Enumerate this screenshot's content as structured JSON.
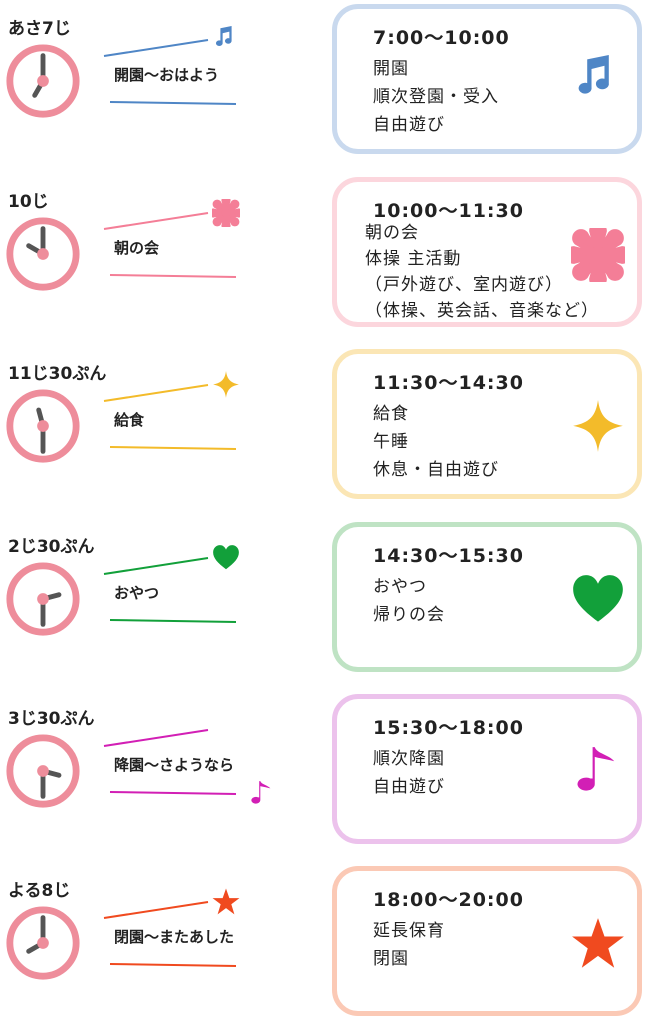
{
  "schedule": [
    {
      "time_label": "あさ7じ",
      "clock": {
        "hour": 7,
        "minute": 0
      },
      "caption": "開園〜おはよう",
      "card_time": "7:00〜10:00",
      "items": [
        "開園",
        "順次登園・受入",
        "自由遊び"
      ],
      "color": "#c9d9ee",
      "accent": "#4f86c6",
      "icon": "music-note-icon"
    },
    {
      "time_label": "10じ",
      "clock": {
        "hour": 10,
        "minute": 0
      },
      "caption": "朝の会",
      "card_time": "10:00〜11:30",
      "items": [
        "朝の会",
        "体操 主活動",
        "（戸外遊び、室内遊び）",
        "（体操、英会話、音楽など）"
      ],
      "color": "#fcd6dd",
      "accent": "#f47e97",
      "icon": "flower-icon"
    },
    {
      "time_label": "11じ30ぷん",
      "clock": {
        "hour": 11,
        "minute": 30
      },
      "caption": "給食",
      "card_time": "11:30〜14:30",
      "items": [
        "給食",
        "午睡",
        "休息・自由遊び"
      ],
      "color": "#fbe6b5",
      "accent": "#f3bb2a",
      "icon": "sparkle-icon"
    },
    {
      "time_label": "2じ30ぷん",
      "clock": {
        "hour": 2,
        "minute": 30
      },
      "caption": "おやつ",
      "card_time": "14:30〜15:30",
      "items": [
        "おやつ",
        "帰りの会"
      ],
      "color": "#bfe3c4",
      "accent": "#12a03a",
      "icon": "heart-icon"
    },
    {
      "time_label": "3じ30ぷん",
      "clock": {
        "hour": 3,
        "minute": 30
      },
      "caption": "降園〜さようなら",
      "card_time": "15:30〜18:00",
      "items": [
        "順次降園",
        "自由遊び"
      ],
      "color": "#ecc2ec",
      "accent": "#d21fb5",
      "icon": "eighth-note-icon"
    },
    {
      "time_label": "よる8じ",
      "clock": {
        "hour": 8,
        "minute": 0
      },
      "caption": "閉園〜またあした",
      "card_time": "18:00〜20:00",
      "items": [
        "延長保育",
        "閉園"
      ],
      "color": "#fbc9b5",
      "accent": "#f04a1f",
      "icon": "star-icon"
    }
  ],
  "clock_style": {
    "ring": "#ee8d9b",
    "hand": "#555555",
    "center": "#ee8d9b"
  }
}
